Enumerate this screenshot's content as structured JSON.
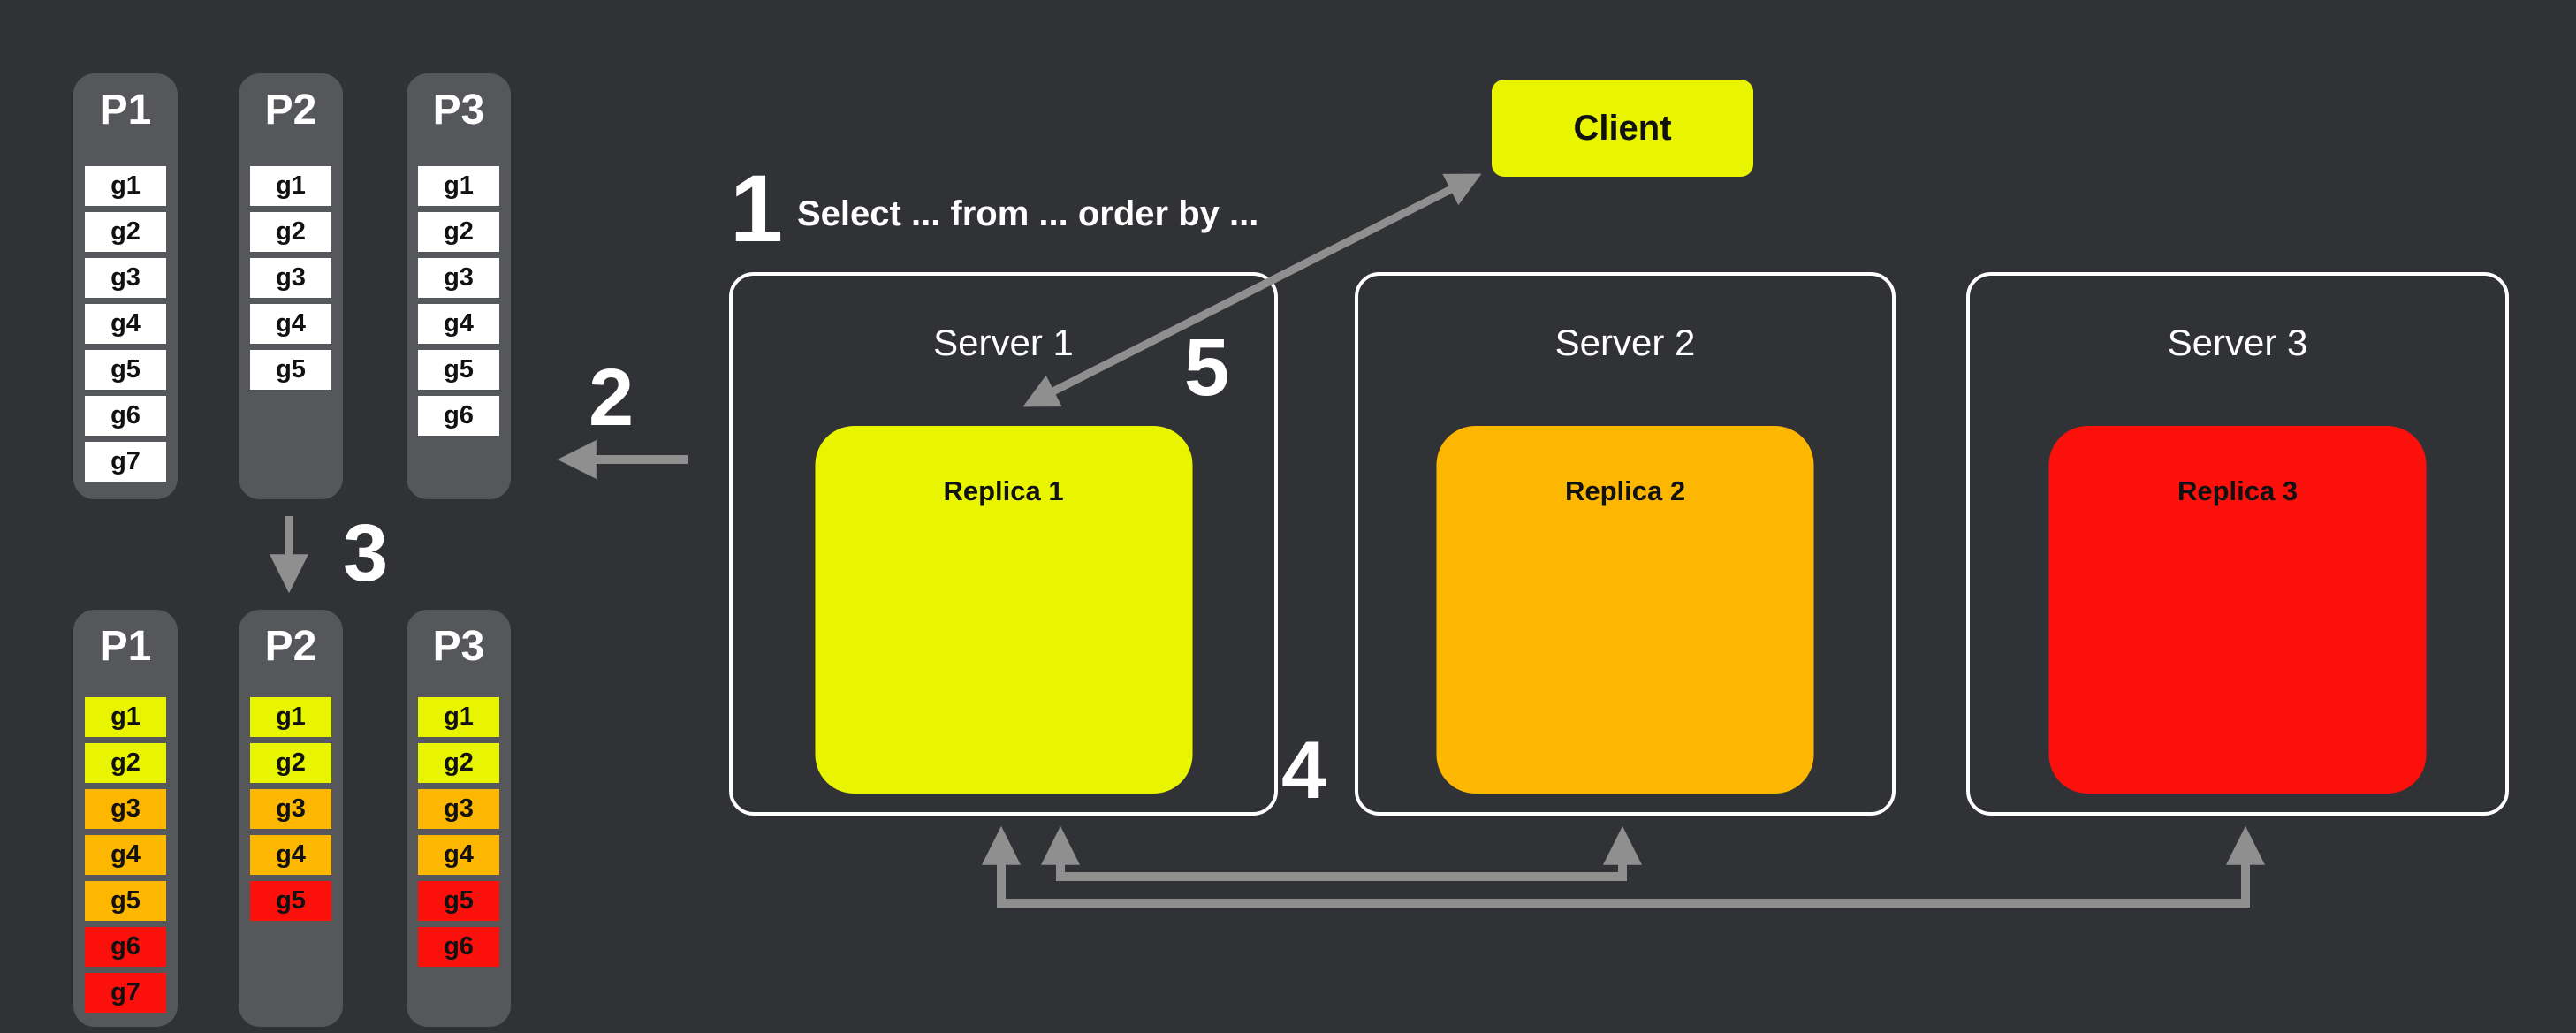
{
  "title": "Distributed query with partitions and replicas diagram",
  "colors": {
    "background": "#313235",
    "column_bg": "#55575b",
    "item_white": "#ffffff",
    "yellow": "#e9f500",
    "orange": "#fdb701",
    "red": "#fc100c",
    "arrow_gray": "#8f8f8f",
    "server_border": "#ffffff",
    "text_white": "#ffffff",
    "text_black": "#111111"
  },
  "annotations": {
    "step1": {
      "number": "1",
      "query": "Select ... from ... order by ..."
    },
    "step2": {
      "number": "2"
    },
    "step3": {
      "number": "3"
    },
    "step4": {
      "number": "4"
    },
    "step5": {
      "number": "5"
    }
  },
  "client": {
    "label": "Client"
  },
  "servers": [
    {
      "title": "Server 1",
      "replica_label": "Replica 1",
      "replica_color": "#e9f500"
    },
    {
      "title": "Server 2",
      "replica_label": "Replica 2",
      "replica_color": "#fdb701"
    },
    {
      "title": "Server 3",
      "replica_label": "Replica 3",
      "replica_color": "#fc100c"
    }
  ],
  "partitions_top": [
    {
      "title": "P1",
      "items": [
        {
          "label": "g1",
          "color": "#ffffff"
        },
        {
          "label": "g2",
          "color": "#ffffff"
        },
        {
          "label": "g3",
          "color": "#ffffff"
        },
        {
          "label": "g4",
          "color": "#ffffff"
        },
        {
          "label": "g5",
          "color": "#ffffff"
        },
        {
          "label": "g6",
          "color": "#ffffff"
        },
        {
          "label": "g7",
          "color": "#ffffff"
        }
      ]
    },
    {
      "title": "P2",
      "items": [
        {
          "label": "g1",
          "color": "#ffffff"
        },
        {
          "label": "g2",
          "color": "#ffffff"
        },
        {
          "label": "g3",
          "color": "#ffffff"
        },
        {
          "label": "g4",
          "color": "#ffffff"
        },
        {
          "label": "g5",
          "color": "#ffffff"
        }
      ]
    },
    {
      "title": "P3",
      "items": [
        {
          "label": "g1",
          "color": "#ffffff"
        },
        {
          "label": "g2",
          "color": "#ffffff"
        },
        {
          "label": "g3",
          "color": "#ffffff"
        },
        {
          "label": "g4",
          "color": "#ffffff"
        },
        {
          "label": "g5",
          "color": "#ffffff"
        },
        {
          "label": "g6",
          "color": "#ffffff"
        }
      ]
    }
  ],
  "partitions_bottom": [
    {
      "title": "P1",
      "items": [
        {
          "label": "g1",
          "color": "#e9f500"
        },
        {
          "label": "g2",
          "color": "#e9f500"
        },
        {
          "label": "g3",
          "color": "#fdb701"
        },
        {
          "label": "g4",
          "color": "#fdb701"
        },
        {
          "label": "g5",
          "color": "#fdb701"
        },
        {
          "label": "g6",
          "color": "#fc100c"
        },
        {
          "label": "g7",
          "color": "#fc100c"
        }
      ]
    },
    {
      "title": "P2",
      "items": [
        {
          "label": "g1",
          "color": "#e9f500"
        },
        {
          "label": "g2",
          "color": "#e9f500"
        },
        {
          "label": "g3",
          "color": "#fdb701"
        },
        {
          "label": "g4",
          "color": "#fdb701"
        },
        {
          "label": "g5",
          "color": "#fc100c"
        }
      ]
    },
    {
      "title": "P3",
      "items": [
        {
          "label": "g1",
          "color": "#e9f500"
        },
        {
          "label": "g2",
          "color": "#e9f500"
        },
        {
          "label": "g3",
          "color": "#fdb701"
        },
        {
          "label": "g4",
          "color": "#fdb701"
        },
        {
          "label": "g5",
          "color": "#fc100c"
        },
        {
          "label": "g6",
          "color": "#fc100c"
        }
      ]
    }
  ]
}
